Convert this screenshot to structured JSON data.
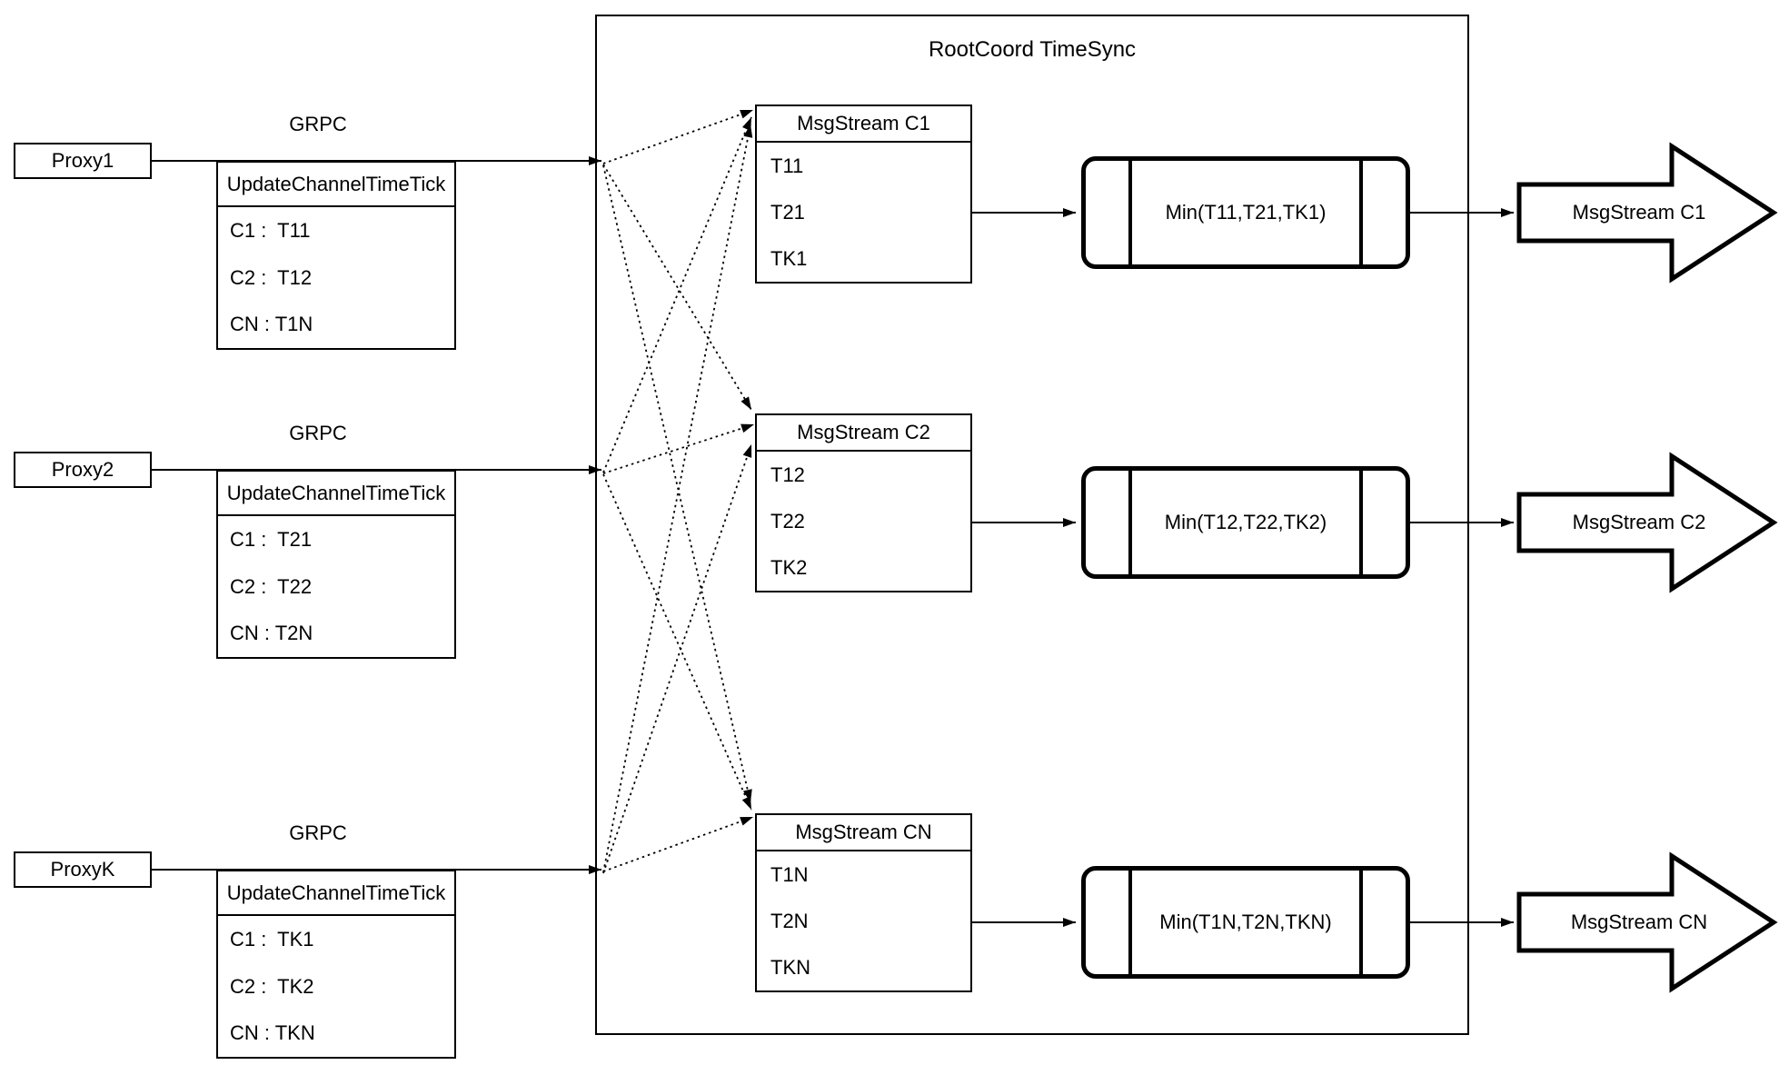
{
  "diagram": {
    "title": "RootCoord TimeSync",
    "colors": {
      "stroke": "#000000",
      "background": "#ffffff"
    },
    "proxies": [
      {
        "name": "Proxy1",
        "protocol_label": "GRPC",
        "request": {
          "header": "UpdateChannelTimeTick",
          "rows": [
            "C1 :  T11",
            "C2 :  T12",
            "CN : T1N"
          ]
        }
      },
      {
        "name": "Proxy2",
        "protocol_label": "GRPC",
        "request": {
          "header": "UpdateChannelTimeTick",
          "rows": [
            "C1 :  T21",
            "C2 :  T22",
            "CN : T2N"
          ]
        }
      },
      {
        "name": "ProxyK",
        "protocol_label": "GRPC",
        "request": {
          "header": "UpdateChannelTimeTick",
          "rows": [
            "C1 :  TK1",
            "C2 :  TK2",
            "CN : TKN"
          ]
        }
      }
    ],
    "channels": [
      {
        "buffer": {
          "header": "MsgStream C1",
          "rows": [
            "T11",
            "T21",
            "TK1"
          ]
        },
        "reducer_label": "Min(T11,T21,TK1)",
        "output_label": "MsgStream C1"
      },
      {
        "buffer": {
          "header": "MsgStream C2",
          "rows": [
            "T12",
            "T22",
            "TK2"
          ]
        },
        "reducer_label": "Min(T12,T22,TK2)",
        "output_label": "MsgStream C2"
      },
      {
        "buffer": {
          "header": "MsgStream CN",
          "rows": [
            "T1N",
            "T2N",
            "TKN"
          ]
        },
        "reducer_label": "Min(T1N,T2N,TKN)",
        "output_label": "MsgStream CN"
      }
    ]
  }
}
